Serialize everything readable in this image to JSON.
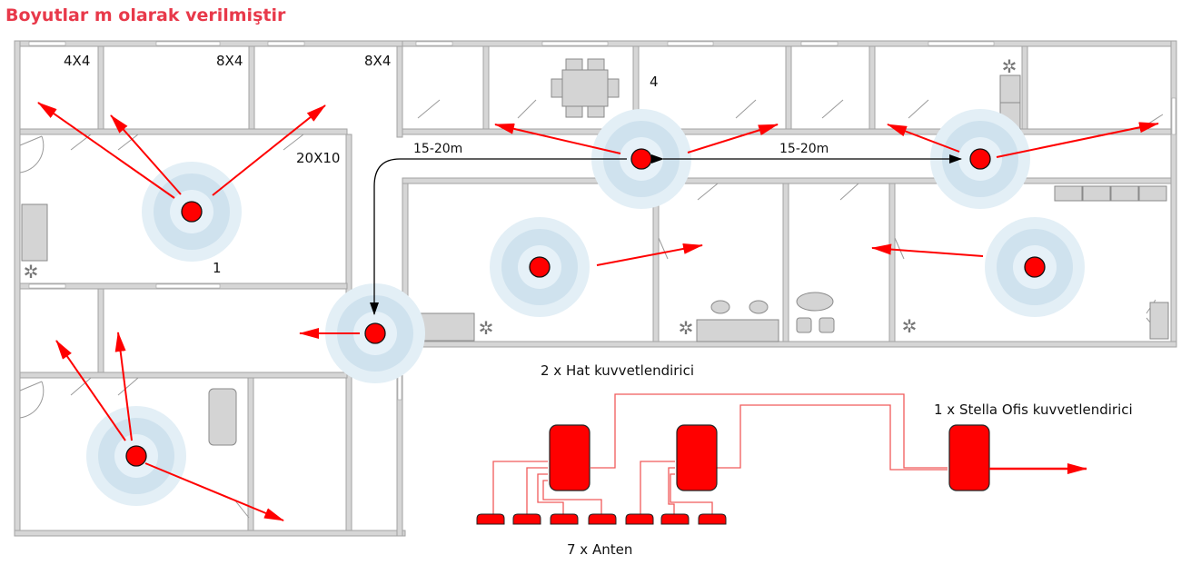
{
  "title": "Boyutlar m olarak verilmiştir",
  "colors": {
    "accent": "#e8394a",
    "signal": "#ff0000",
    "wall": "#cfcfcf",
    "wall_edge": "#9a9a9a",
    "coverage_outer": "#e3eff6",
    "coverage_mid": "#cfe2ee",
    "coverage_inner": "#e6f1f8"
  },
  "room_labels": {
    "room_a": "4X4",
    "room_b": "8X4",
    "room_c": "8X4",
    "living": "20X10",
    "zone_1": "1",
    "zone_4": "4"
  },
  "distances": {
    "left": "15-20m",
    "right": "15-20m"
  },
  "equipment": {
    "line_boosters": {
      "label": "2 x Hat kuvvetlendirici",
      "count": 2
    },
    "antennas": {
      "label": "7 x Anten",
      "count": 7
    },
    "office_booster": {
      "label": "1 x Stella Ofis kuvvetlendirici",
      "count": 1
    }
  },
  "icons": {
    "antenna": "antenna-node-icon",
    "plant": "plant-icon",
    "booster": "booster-unit-icon"
  }
}
